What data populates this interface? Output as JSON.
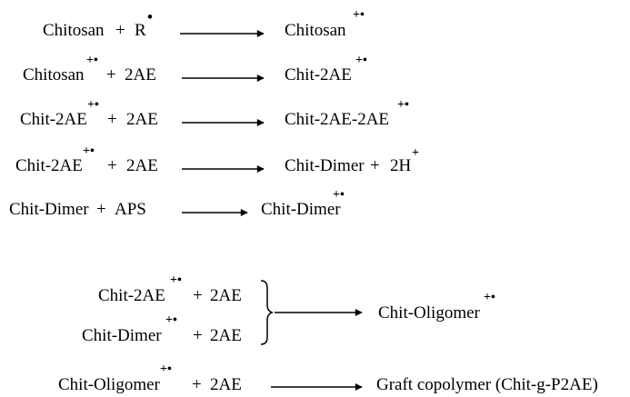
{
  "reactions": [
    {
      "reactant": "Chitosan",
      "plus": "+",
      "reagent": "R",
      "reagent_mark": "•",
      "product": "Chitosan",
      "product_mark": "+•"
    },
    {
      "reactant": "Chitosan",
      "reactant_mark": "+•",
      "plus": "+",
      "reagent": "2AE",
      "product": "Chit-2AE",
      "product_mark": "+•"
    },
    {
      "reactant": "Chit-2AE",
      "reactant_mark": "+•",
      "plus": "+",
      "reagent": "2AE",
      "product": "Chit-2AE-2AE",
      "product_mark": "+•"
    },
    {
      "reactant": "Chit-2AE",
      "reactant_mark": "+•",
      "plus": "+",
      "reagent": "2AE",
      "product": "Chit-Dimer",
      "product_plus": "+",
      "product_extra": "2H",
      "product_extra_mark": "+"
    },
    {
      "reactant": "Chit-Dimer",
      "plus": "+",
      "reagent": "APS",
      "product": "Chit-Dimer",
      "product_mark": "+•"
    }
  ],
  "combined": {
    "reactant1": "Chit-2AE",
    "reactant1_mark": "+•",
    "plus1": "+",
    "reagent1": "2AE",
    "reactant2": "Chit-Dimer",
    "reactant2_mark": "+•",
    "plus2": "+",
    "reagent2": "2AE",
    "product": "Chit-Oligomer",
    "product_mark": "+•"
  },
  "final": {
    "reactant": "Chit-Oligomer",
    "reactant_mark": "+•",
    "plus": "+",
    "reagent": "2AE",
    "product": "Graft copolymer (Chit-g-P2AE)"
  }
}
